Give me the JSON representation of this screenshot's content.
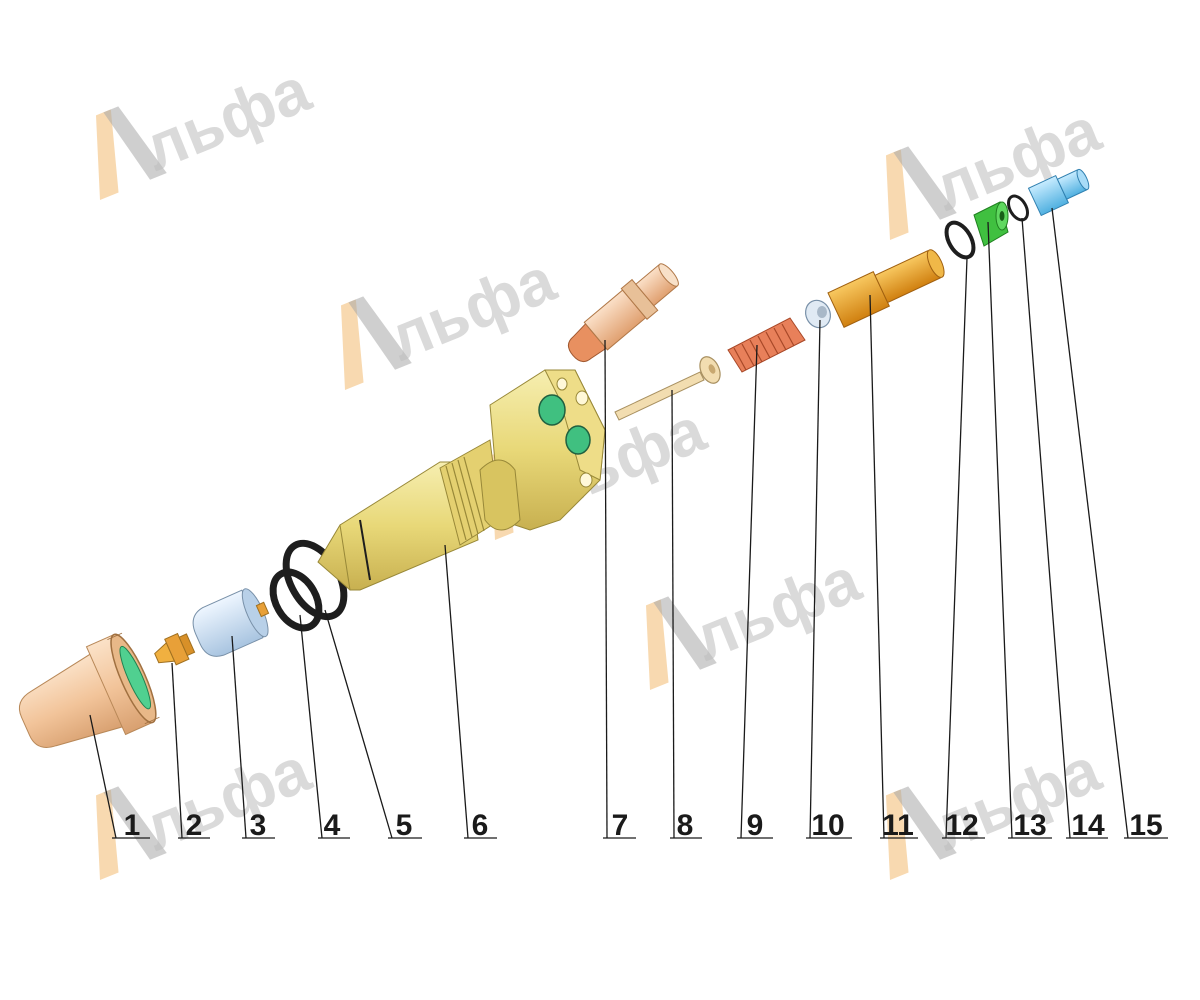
{
  "watermark": {
    "text": "льфа"
  },
  "callouts": [
    {
      "num": "1"
    },
    {
      "num": "2"
    },
    {
      "num": "3"
    },
    {
      "num": "4"
    },
    {
      "num": "5"
    },
    {
      "num": "6"
    },
    {
      "num": "7"
    },
    {
      "num": "8"
    },
    {
      "num": "9"
    },
    {
      "num": "10"
    },
    {
      "num": "11"
    },
    {
      "num": "12"
    },
    {
      "num": "13"
    },
    {
      "num": "14"
    },
    {
      "num": "15"
    }
  ],
  "colors": {
    "nozzle": "#f2c49a",
    "tip": "#e8a038",
    "diffuser": "#c8dcf0",
    "oring": "#222222",
    "body": "#e8d878",
    "electrode": "#e89060",
    "pin": "#f2ddb0",
    "spring": "#e8805a",
    "washer": "#d8e4f0",
    "adapter": "#e8a020",
    "green_part": "#40c040",
    "cyan_part": "#80d0f0",
    "green_ring": "#60d0a0"
  }
}
